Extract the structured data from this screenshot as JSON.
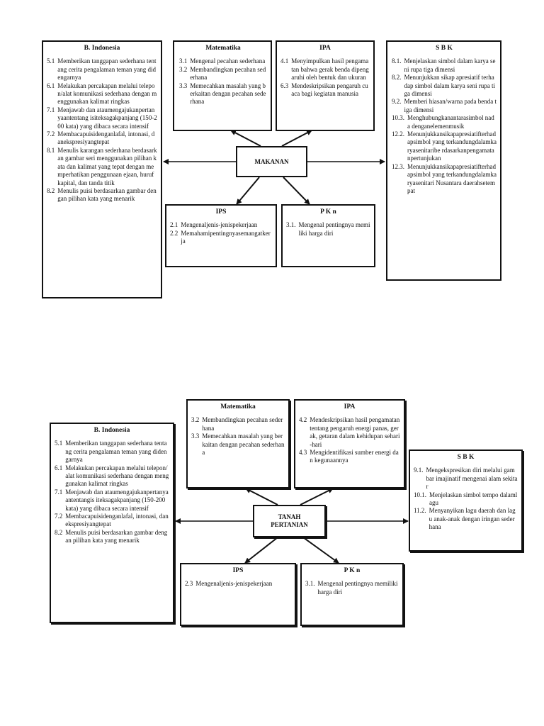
{
  "map1": {
    "center": "MAKANAN",
    "bindonesia": {
      "title": "B. Indonesia",
      "items": [
        {
          "num": "5.1",
          "text": "Memberikan tanggapan sederhana tentang cerita pengalaman teman yang didengarnya"
        },
        {
          "num": "6.1",
          "text": "Melakukan percakapan melalui telepon/alat komunikasi sederhana dengan menggunakan kalimat ringkas"
        },
        {
          "num": "7.1",
          "text": "Menjawab dan ataumengajukanpertanyaantentang isiteksagakpanjang (150-200 kata) yang dibaca secara intensif"
        },
        {
          "num": "7.2",
          "text": "Membacapuisidenganlafal, intonasi, danekspresiyangtepat"
        },
        {
          "num": "8.1",
          "text": "Menulis karangan sederhana berdasarkan gambar seri menggunakan pilihan kata dan kalimat yang tepat dengan memperhatikan penggunaan ejaan, huruf kapital, dan tanda titik"
        },
        {
          "num": "8.2",
          "text": "Menulis puisi berdasarkan gambar dengan pilihan kata yang menarik"
        }
      ]
    },
    "matematika": {
      "title": "Matematika",
      "items": [
        {
          "num": "3.1",
          "text": "Mengenal pecahan sederhana"
        },
        {
          "num": "3.2",
          "text": "Membandingkan pecahan sederhana"
        },
        {
          "num": "3.3",
          "text": "Memecahkan masalah yang berkaitan dengan pecahan sederhana"
        }
      ]
    },
    "ipa": {
      "title": "IPA",
      "items": [
        {
          "num": "4.1",
          "text": "Menyimpulkan hasil pengamatan bahwa gerak benda dipengaruhi oleh bentuk dan ukuran"
        },
        {
          "num": "6.3",
          "text": "Mendeskripsikan pengaruh cuaca bagi kegiatan manusia"
        }
      ]
    },
    "sbk": {
      "title": "S B K",
      "items": [
        {
          "num": "8.1.",
          "text": "Menjelaskan   simbol dalam karya seni rupa tiga dimensi"
        },
        {
          "num": "8.2.",
          "text": "Menunjukkan sikap apresiatif terhadap simbol dalam karya seni rupa tiga dimensi"
        },
        {
          "num": "9.2.",
          "text": "Memberi hiasan/warna pada benda tiga dimensi"
        },
        {
          "num": "10.3.",
          "text": "Menghubungkanantarasimbol nada denganelemenmusik"
        },
        {
          "num": "12.2.",
          "text": "Menunjukkansikapapresiatifterhadapsimbol yang terkandungdalamkaryasenitaribe rdasarkanpengamatanpertunjukan"
        },
        {
          "num": "12.3.",
          "text": "Menunjukkansikapapresiatifterhadapsimbol yang terkandungdalamkaryasenitari Nusantara daerahsetempat"
        }
      ]
    },
    "ips": {
      "title": "IPS",
      "items": [
        {
          "num": "2.1",
          "text": "Mengenaljenis-jenispekerjaan"
        },
        {
          "num": "2.2",
          "text": "Memahamipentingnyasemangatkerja"
        }
      ]
    },
    "pkn": {
      "title": "P K n",
      "items": [
        {
          "num": "3.1.",
          "text": "Mengenal pentingnya memiliki harga diri"
        }
      ]
    }
  },
  "map2": {
    "center": "TANAH PERTANIAN",
    "bindonesia": {
      "title": "B. Indonesia",
      "items": [
        {
          "num": "5.1",
          "text": "Memberikan tanggapan sederhana tentang cerita pengalaman teman yang didengarnya"
        },
        {
          "num": "6.1",
          "text": "Melakukan percakapan melalui telepon/alat komunikasi sederhana dengan menggunakan kalimat ringkas"
        },
        {
          "num": "7.1",
          "text": "Menjawab dan ataumengajukanpertanyaantentangis iteksagakpanjang (150-200  kata) yang dibaca secara intensif"
        },
        {
          "num": "7.2",
          "text": "Membacapuisidenganlafal, intonasi, danekspresiyangtepat"
        },
        {
          "num": "8.2",
          "text": "Menulis puisi berdasarkan gambar dengan pilihan kata yang menarik"
        }
      ]
    },
    "matematika": {
      "title": "Matematika",
      "items": [
        {
          "num": "3.2",
          "text": "Membandingkan pecahan sederhana"
        },
        {
          "num": "3.3",
          "text": "Memecahkan masalah yang berkaitan dengan pecahan sederhana"
        }
      ]
    },
    "ipa": {
      "title": "IPA",
      "items": [
        {
          "num": "4.2",
          "text": "Mendeskripsikan hasil pengamatan tentang pengaruh energi panas, gerak, getaran dalam kehidupan sehari-hari"
        },
        {
          "num": "4.3",
          "text": "Mengidentifikasi sumber energi dan kegunaannya"
        }
      ]
    },
    "sbk": {
      "title": "S B K",
      "items": [
        {
          "num": "9.1.",
          "text": "Mengekspresikan diri melalui gambar imajinatif mengenai alam sekitar"
        },
        {
          "num": "10.1.",
          "text": "Menjelaskan simbol tempo dalamlagu"
        },
        {
          "num": "11.2.",
          "text": "Menyanyikan lagu daerah dan lagu anak-anak dengan iringan sederhana"
        }
      ]
    },
    "ips": {
      "title": "IPS",
      "items": [
        {
          "num": "2.3",
          "text": "Mengenaljenis-jenispekerjaan"
        }
      ]
    },
    "pkn": {
      "title": "P K n",
      "items": [
        {
          "num": "3.1.",
          "text": "Mengenal pentingnya memiliki harga diri"
        }
      ]
    }
  }
}
